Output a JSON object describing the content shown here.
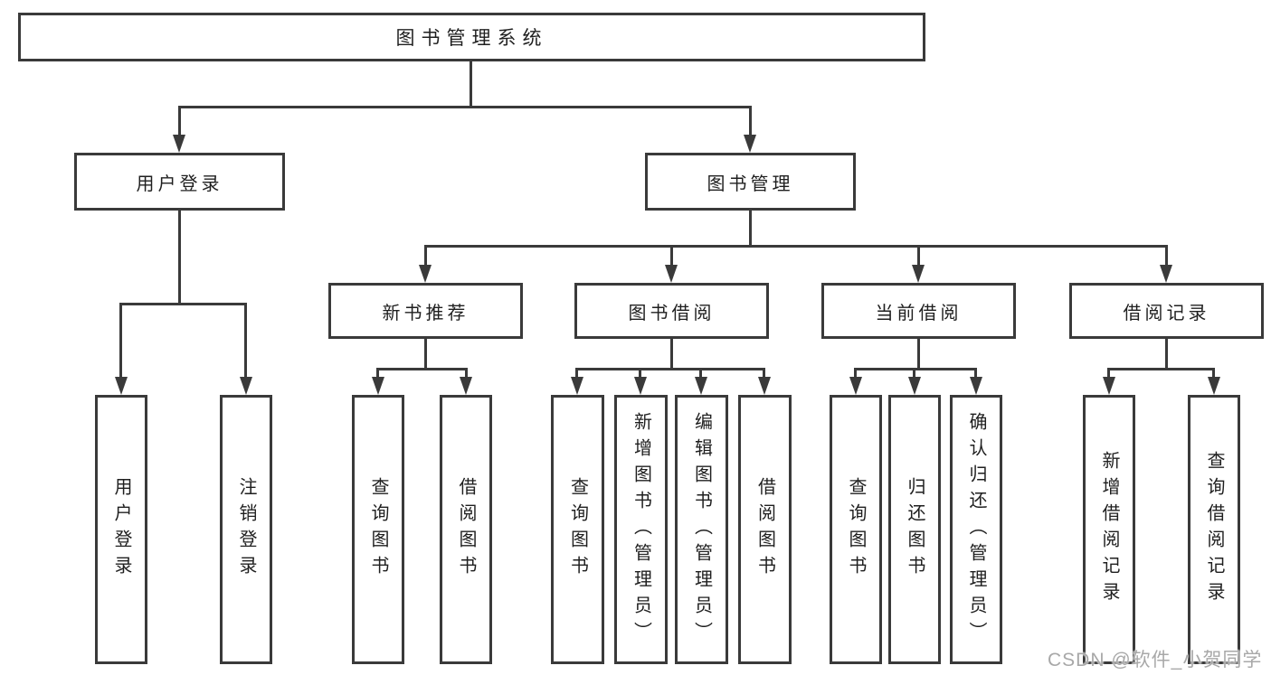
{
  "nodes": {
    "root": "图书管理系统",
    "user_login": "用户登录",
    "book_mgmt": "图书管理",
    "new_book_rec": "新书推荐",
    "book_borrow": "图书借阅",
    "current_borrow": "当前借阅",
    "borrow_records": "借阅记录",
    "ul_login": "用户登录",
    "ul_logout": "注销登录",
    "nb_query_book": "查询图书",
    "nb_borrow_book": "借阅图书",
    "bb_query_book": "查询图书",
    "bb_add_book": "新增图书（管理员）",
    "bb_edit_book": "编辑图书（管理员）",
    "bb_borrow_book": "借阅图书",
    "cb_query_book": "查询图书",
    "cb_return_book": "归还图书",
    "cb_confirm_return": "确认归还（管理员）",
    "br_add_record": "新增借阅记录",
    "br_query_record": "查询借阅记录"
  },
  "watermark": "CSDN @软件_小贺同学",
  "colors": {
    "line": "#3a3a3a",
    "box_fill": "#ffffff",
    "text": "#1f1f1f",
    "watermark": "#a8a8a8"
  }
}
